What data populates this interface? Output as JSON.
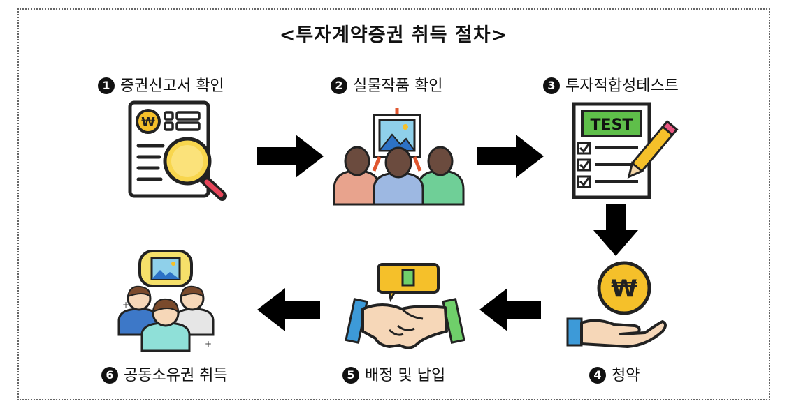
{
  "title": "<투자계약증권 취득 절차>",
  "steps": [
    {
      "num": "1",
      "label": "증권신고서 확인"
    },
    {
      "num": "2",
      "label": "실물작품 확인"
    },
    {
      "num": "3",
      "label": "투자적합성테스트"
    },
    {
      "num": "4",
      "label": "청약"
    },
    {
      "num": "5",
      "label": "배정 및 납입"
    },
    {
      "num": "6",
      "label": "공동소유권 취득"
    }
  ],
  "icons": {
    "won_symbol": "₩",
    "test_text": "TEST"
  },
  "colors": {
    "gold": "#f5c02a",
    "dark": "#111111",
    "green_test": "#5fbf4a",
    "purple_board": "#5b4a8c"
  }
}
